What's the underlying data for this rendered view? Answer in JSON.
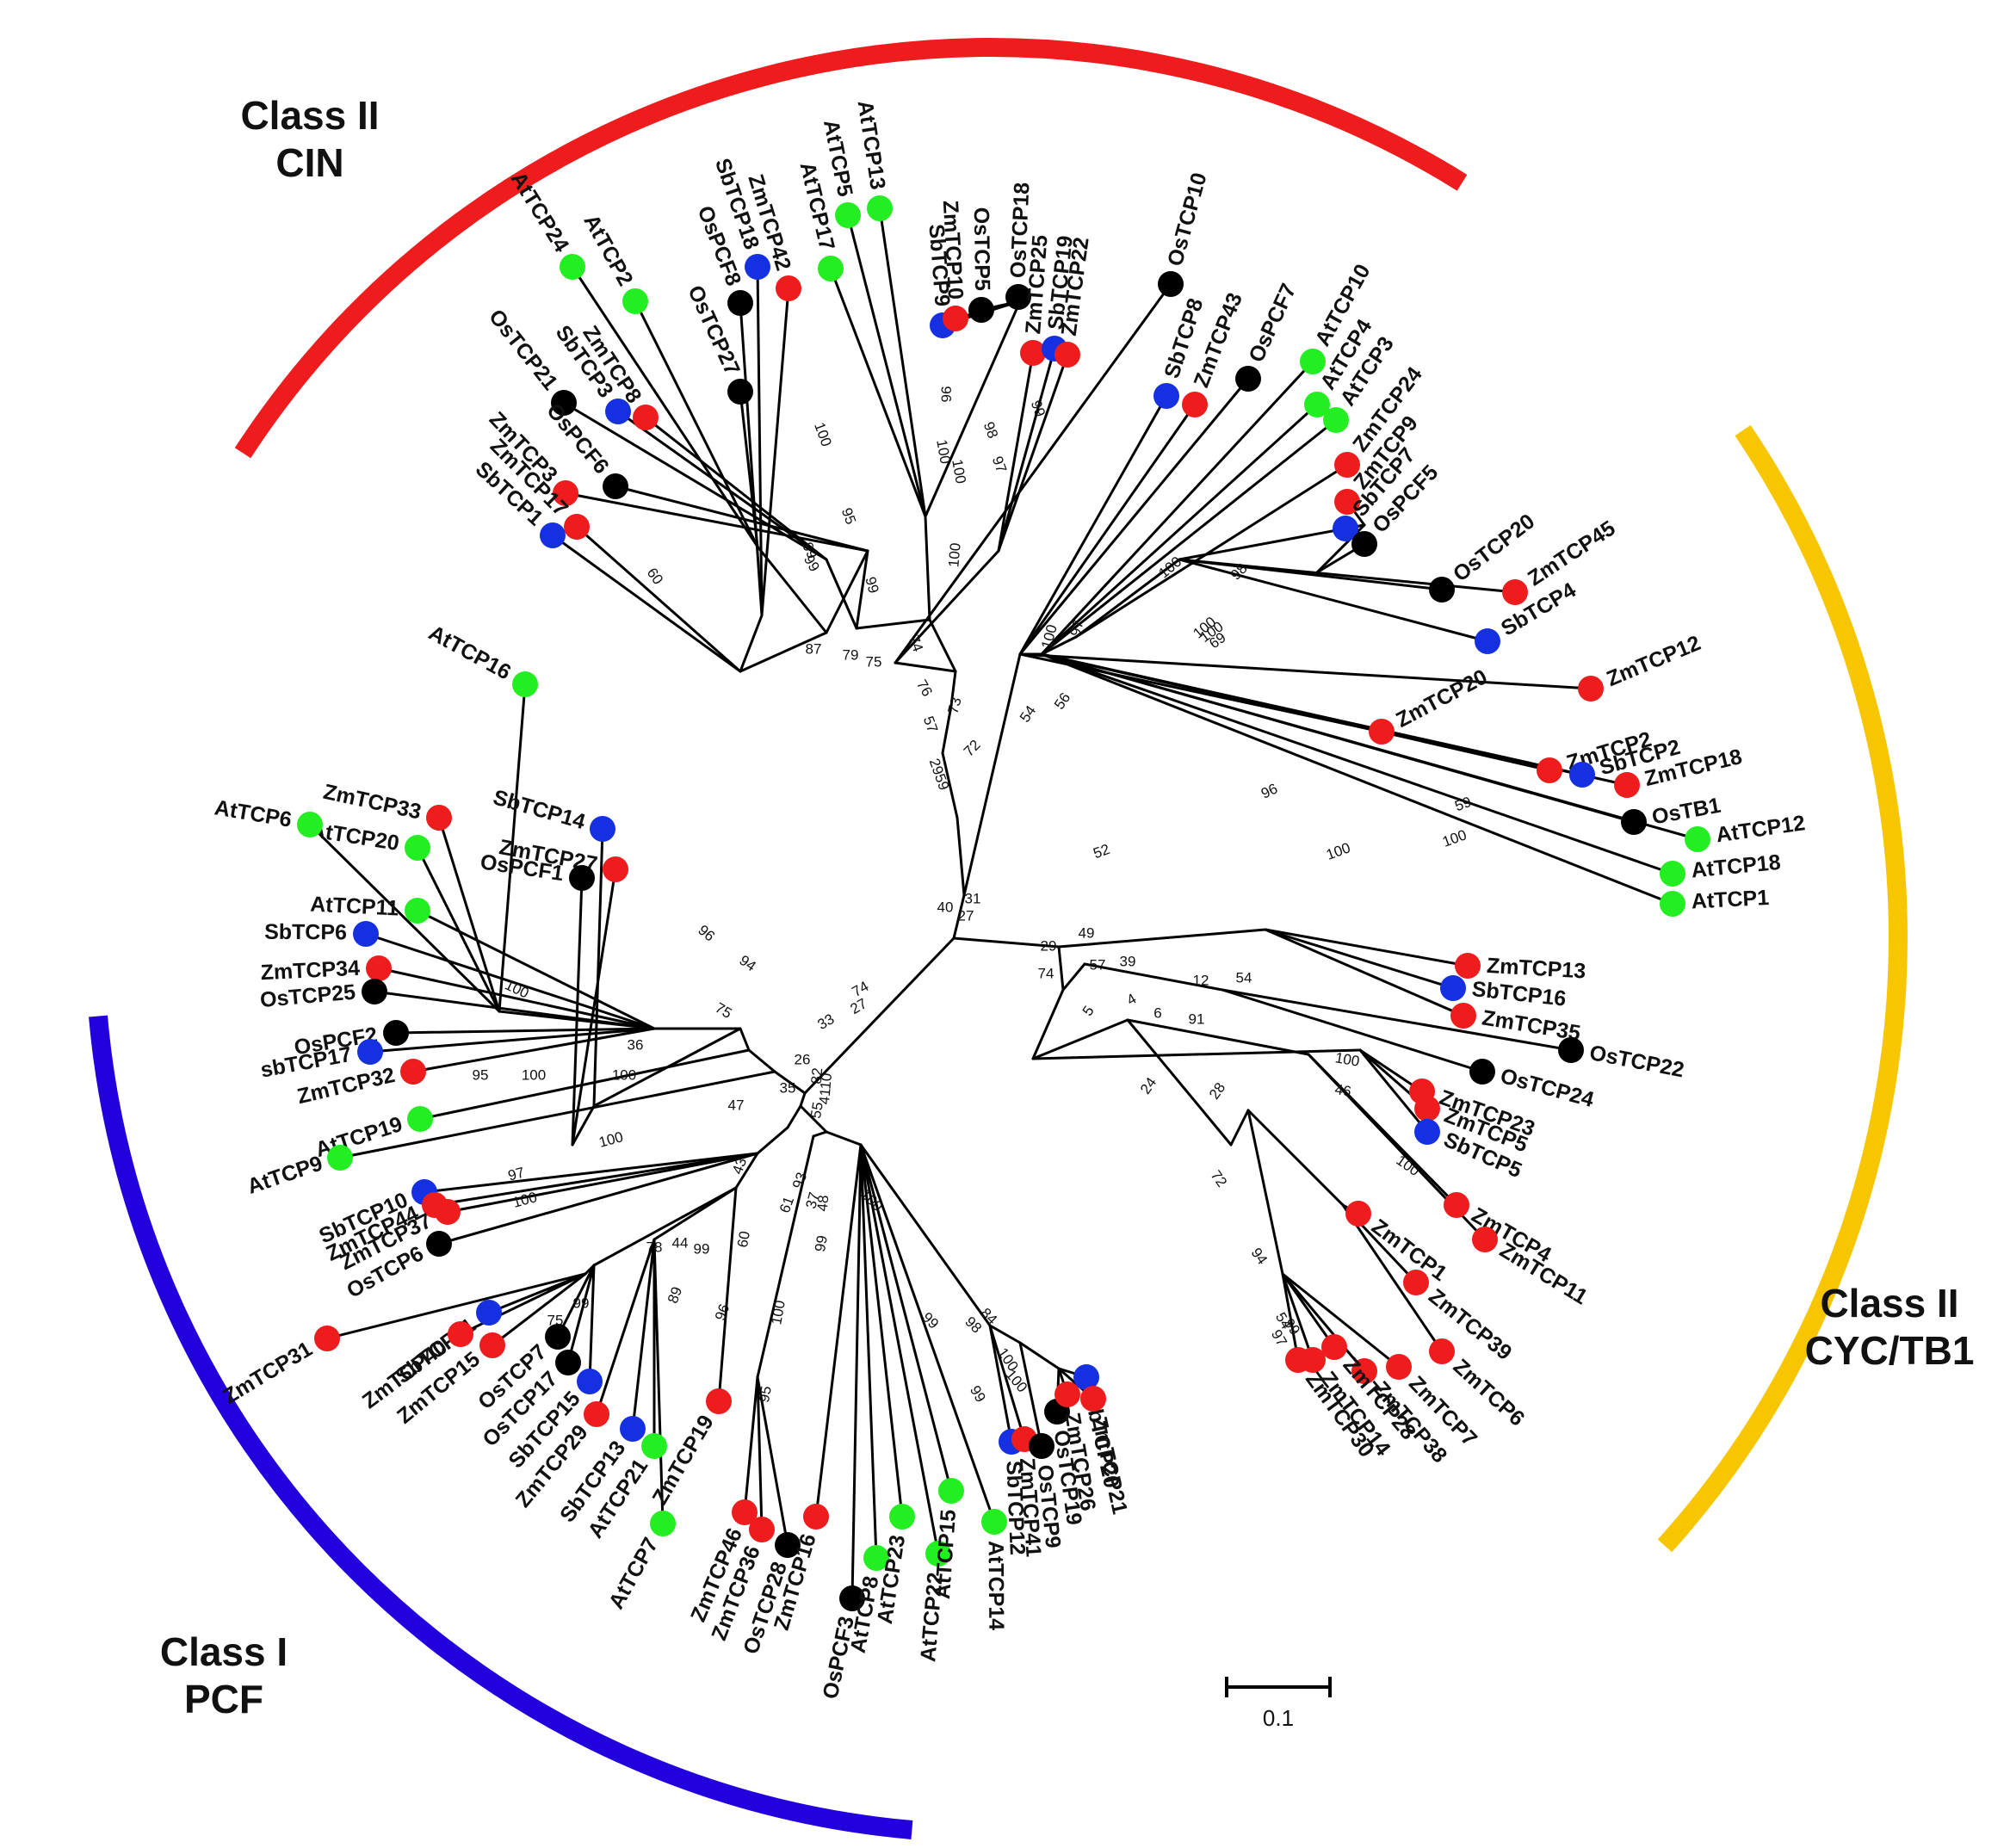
{
  "colors": {
    "class_ii_cin": "#ee1c1c",
    "class_ii_cyc_tb1": "#f7c600",
    "class_i_pcf": "#2200dd",
    "species_zm": "#ee1c1c",
    "species_sb": "#1530e0",
    "species_os": "#000000",
    "species_at": "#22ee22",
    "branch": "#000000"
  },
  "classes": [
    {
      "id": "cin",
      "line1": "Class II",
      "line2": "CIN"
    },
    {
      "id": "cyc",
      "line1": "Class II",
      "line2": "CYC/TB1"
    },
    {
      "id": "pcf",
      "line1": "Class I",
      "line2": "PCF"
    }
  ],
  "scale_bar": {
    "label": "0.1"
  },
  "leaves": [
    {
      "name": "AtTCP24",
      "species": "at"
    },
    {
      "name": "AtTCP2",
      "species": "at"
    },
    {
      "name": "OsPCF8",
      "species": "os"
    },
    {
      "name": "SbTCP18",
      "species": "sb"
    },
    {
      "name": "ZmTCP42",
      "species": "zm"
    },
    {
      "name": "AtTCP17",
      "species": "at"
    },
    {
      "name": "AtTCP5",
      "species": "at"
    },
    {
      "name": "AtTCP13",
      "species": "at"
    },
    {
      "name": "SbTCP9",
      "species": "sb"
    },
    {
      "name": "ZmTCP10",
      "species": "zm"
    },
    {
      "name": "OsTCP5",
      "species": "os"
    },
    {
      "name": "OsTCP18",
      "species": "os"
    },
    {
      "name": "ZmTCP25",
      "species": "zm"
    },
    {
      "name": "SbTCP19",
      "species": "sb"
    },
    {
      "name": "ZmTCP22",
      "species": "zm"
    },
    {
      "name": "OsTCP10",
      "species": "os"
    },
    {
      "name": "SbTCP8",
      "species": "sb"
    },
    {
      "name": "ZmTCP43",
      "species": "zm"
    },
    {
      "name": "OsPCF7",
      "species": "os"
    },
    {
      "name": "AtTCP10",
      "species": "at"
    },
    {
      "name": "AtTCP4",
      "species": "at"
    },
    {
      "name": "AtTCP3",
      "species": "at"
    },
    {
      "name": "ZmTCP24",
      "species": "zm"
    },
    {
      "name": "ZmTCP9",
      "species": "zm"
    },
    {
      "name": "SbTCP7",
      "species": "sb"
    },
    {
      "name": "OsPCF5",
      "species": "os"
    },
    {
      "name": "OsTCP27",
      "species": "os"
    },
    {
      "name": "ZmTCP8",
      "species": "zm"
    },
    {
      "name": "SbTCP3",
      "species": "sb"
    },
    {
      "name": "OsTCP21",
      "species": "os"
    },
    {
      "name": "OsPCF6",
      "species": "os"
    },
    {
      "name": "ZmTCP3",
      "species": "zm"
    },
    {
      "name": "ZmTCP17",
      "species": "zm"
    },
    {
      "name": "SbTCP1",
      "species": "sb"
    },
    {
      "name": "OsTCP20",
      "species": "os"
    },
    {
      "name": "ZmTCP45",
      "species": "zm"
    },
    {
      "name": "SbTCP4",
      "species": "sb"
    },
    {
      "name": "ZmTCP12",
      "species": "zm"
    },
    {
      "name": "ZmTCP20",
      "species": "zm"
    },
    {
      "name": "ZmTCP2",
      "species": "zm"
    },
    {
      "name": "SbTCP2",
      "species": "sb"
    },
    {
      "name": "ZmTCP18",
      "species": "zm"
    },
    {
      "name": "OsTB1",
      "species": "os"
    },
    {
      "name": "AtTCP12",
      "species": "at"
    },
    {
      "name": "AtTCP18",
      "species": "at"
    },
    {
      "name": "AtTCP1",
      "species": "at"
    },
    {
      "name": "ZmTCP13",
      "species": "zm"
    },
    {
      "name": "SbTCP16",
      "species": "sb"
    },
    {
      "name": "ZmTCP35",
      "species": "zm"
    },
    {
      "name": "OsTCP22",
      "species": "os"
    },
    {
      "name": "OsTCP24",
      "species": "os"
    },
    {
      "name": "ZmTCP23",
      "species": "zm"
    },
    {
      "name": "ZmTCP5",
      "species": "zm"
    },
    {
      "name": "SbTCP5",
      "species": "sb"
    },
    {
      "name": "ZmTCP4",
      "species": "zm"
    },
    {
      "name": "ZmTCP11",
      "species": "zm"
    },
    {
      "name": "ZmTCP1",
      "species": "zm"
    },
    {
      "name": "ZmTCP39",
      "species": "zm"
    },
    {
      "name": "ZmTCP6",
      "species": "zm"
    },
    {
      "name": "ZmTCP7",
      "species": "zm"
    },
    {
      "name": "ZmTCP38",
      "species": "zm"
    },
    {
      "name": "ZmTCP28",
      "species": "zm"
    },
    {
      "name": "ZmTCP14",
      "species": "zm"
    },
    {
      "name": "ZmTCP30",
      "species": "zm"
    },
    {
      "name": "AtTCP16",
      "species": "at"
    },
    {
      "name": "SbTCP14",
      "species": "sb"
    },
    {
      "name": "ZmTCP27",
      "species": "zm"
    },
    {
      "name": "OsPCF1",
      "species": "os"
    },
    {
      "name": "ZmTCP33",
      "species": "zm"
    },
    {
      "name": "AtTCP20",
      "species": "at"
    },
    {
      "name": "AtTCP6",
      "species": "at"
    },
    {
      "name": "AtTCP11",
      "species": "at"
    },
    {
      "name": "SbTCP6",
      "species": "sb"
    },
    {
      "name": "ZmTCP34",
      "species": "zm"
    },
    {
      "name": "OsTCP25",
      "species": "os"
    },
    {
      "name": "OsPCF2",
      "species": "os"
    },
    {
      "name": "sbTCP17",
      "species": "sb"
    },
    {
      "name": "ZmTCP32",
      "species": "zm"
    },
    {
      "name": "AtTCP19",
      "species": "at"
    },
    {
      "name": "AtTCP9",
      "species": "at"
    },
    {
      "name": "SbTCP10",
      "species": "sb"
    },
    {
      "name": "ZmTCP44",
      "species": "zm"
    },
    {
      "name": "ZmTCP37",
      "species": "zm"
    },
    {
      "name": "OsTCP6",
      "species": "os"
    },
    {
      "name": "ZmTCP31",
      "species": "zm"
    },
    {
      "name": "SbTCP11",
      "species": "sb"
    },
    {
      "name": "ZmTCP40",
      "species": "zm"
    },
    {
      "name": "ZmTCP15",
      "species": "zm"
    },
    {
      "name": "OsTCP7",
      "species": "os"
    },
    {
      "name": "OsTCP17",
      "species": "os"
    },
    {
      "name": "SbTCP15",
      "species": "sb"
    },
    {
      "name": "ZmTCP29",
      "species": "zm"
    },
    {
      "name": "SbTCP13",
      "species": "sb"
    },
    {
      "name": "AtTCP21",
      "species": "at"
    },
    {
      "name": "AtTCP7",
      "species": "at"
    },
    {
      "name": "ZmTCP19",
      "species": "zm"
    },
    {
      "name": "ZmTCP46",
      "species": "zm"
    },
    {
      "name": "ZmTCP36",
      "species": "zm"
    },
    {
      "name": "OsTCP28",
      "species": "os"
    },
    {
      "name": "ZmTCP16",
      "species": "zm"
    },
    {
      "name": "OsPCF3",
      "species": "os"
    },
    {
      "name": "AtTCP8",
      "species": "at"
    },
    {
      "name": "AtTCP23",
      "species": "at"
    },
    {
      "name": "AtTCP22",
      "species": "at"
    },
    {
      "name": "AtTCP15",
      "species": "at"
    },
    {
      "name": "AtTCP14",
      "species": "at"
    },
    {
      "name": "SbTCP12",
      "species": "sb"
    },
    {
      "name": "ZmTCP41",
      "species": "zm"
    },
    {
      "name": "OsTCP9",
      "species": "os"
    },
    {
      "name": "OsTCP19",
      "species": "os"
    },
    {
      "name": "ZmTCP26",
      "species": "zm"
    },
    {
      "name": "SbTCP20",
      "species": "sb"
    },
    {
      "name": "ZmTCP21",
      "species": "zm"
    }
  ],
  "support_values": [
    "100",
    "95",
    "99",
    "99",
    "99",
    "87",
    "79",
    "75",
    "74",
    "76",
    "57",
    "2959",
    "73",
    "100",
    "100",
    "96",
    "98",
    "97",
    "99",
    "100",
    "72",
    "54",
    "56",
    "97",
    "100",
    "100",
    "98",
    "100",
    "69",
    "100",
    "60",
    "40",
    "31",
    "27",
    "52",
    "96",
    "100",
    "59",
    "100",
    "29",
    "49",
    "74",
    "57",
    "39",
    "12",
    "54",
    "5",
    "4",
    "6",
    "91",
    "100",
    "46",
    "24",
    "28",
    "100",
    "72",
    "94",
    "99",
    "54",
    "97",
    "74",
    "33",
    "27",
    "94",
    "96",
    "75",
    "100",
    "36",
    "100",
    "95",
    "100",
    "26",
    "82",
    "4110",
    "35",
    "47",
    "100",
    "97",
    "100",
    "55",
    "43",
    "93",
    "61",
    "37",
    "78",
    "44",
    "99",
    "60",
    "89",
    "96",
    "75",
    "99",
    "100",
    "95",
    "99",
    "48",
    "100",
    "99",
    "98",
    "84",
    "100",
    "99",
    "100"
  ]
}
